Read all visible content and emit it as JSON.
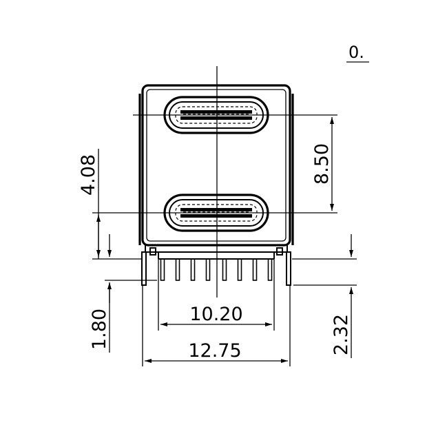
{
  "drawing": {
    "corner_label": "0.",
    "dimensions": {
      "height_top": "4.08",
      "port_pitch": "8.50",
      "pin_span": "10.20",
      "overall_width": "12.75",
      "pin_length": "1.80",
      "leg_length": "2.32"
    }
  }
}
